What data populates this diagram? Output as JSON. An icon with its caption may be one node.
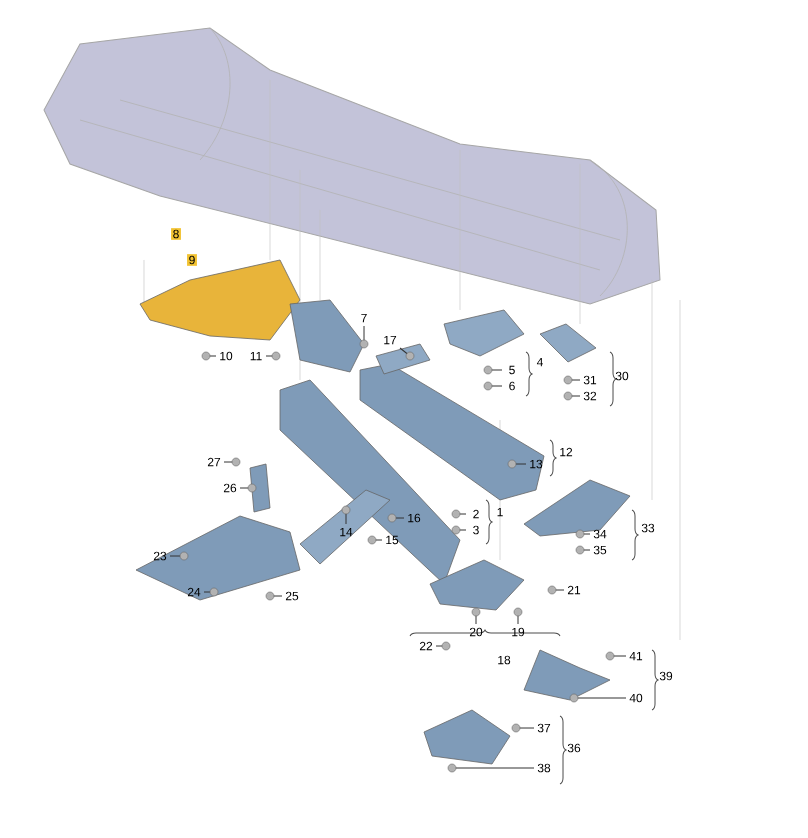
{
  "diagram": {
    "labels": [
      "8",
      "9",
      "7",
      "17",
      "10",
      "11",
      "4",
      "5",
      "30",
      "31",
      "6",
      "32",
      "12",
      "27",
      "13",
      "26",
      "1",
      "2",
      "16",
      "33",
      "3",
      "14",
      "34",
      "15",
      "35",
      "23",
      "21",
      "24",
      "25",
      "20",
      "19",
      "22",
      "18",
      "41",
      "39",
      "40",
      "37",
      "36",
      "38"
    ]
  }
}
